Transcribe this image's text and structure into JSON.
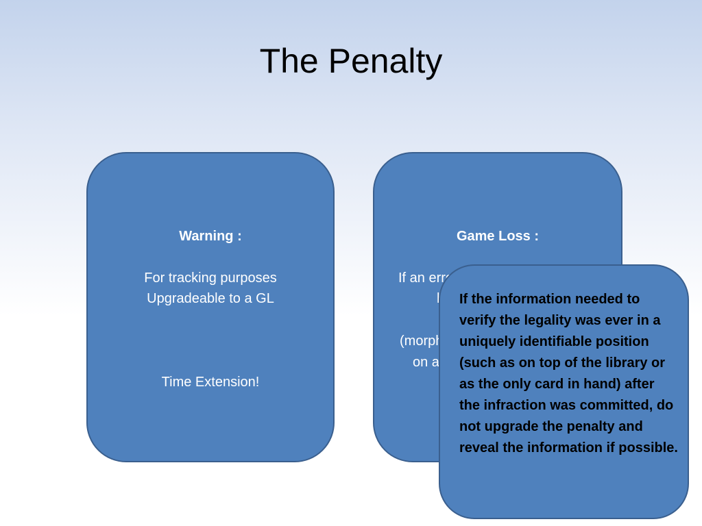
{
  "slide": {
    "title": "The Penalty"
  },
  "warning_card": {
    "heading": "Warning :",
    "line1": "For tracking purposes",
    "line2": "Upgradeable to a GL",
    "line3": "Time Extension!"
  },
  "gameloss_card": {
    "heading": "Game Loss :",
    "line1": "If an error",
    "line2": "h",
    "line3": "(morph",
    "line4": "on a"
  },
  "callout": {
    "text": "If the information needed to verify the legality was ever in a uniquely identifiable position (such as on top of the library or as the only card in hand) after the infraction was committed, do not upgrade the penalty and reveal the information if possible."
  },
  "colors": {
    "card_fill": "#4f81bd",
    "card_border": "#3a5f8e",
    "background_top": "#c3d3ec"
  }
}
